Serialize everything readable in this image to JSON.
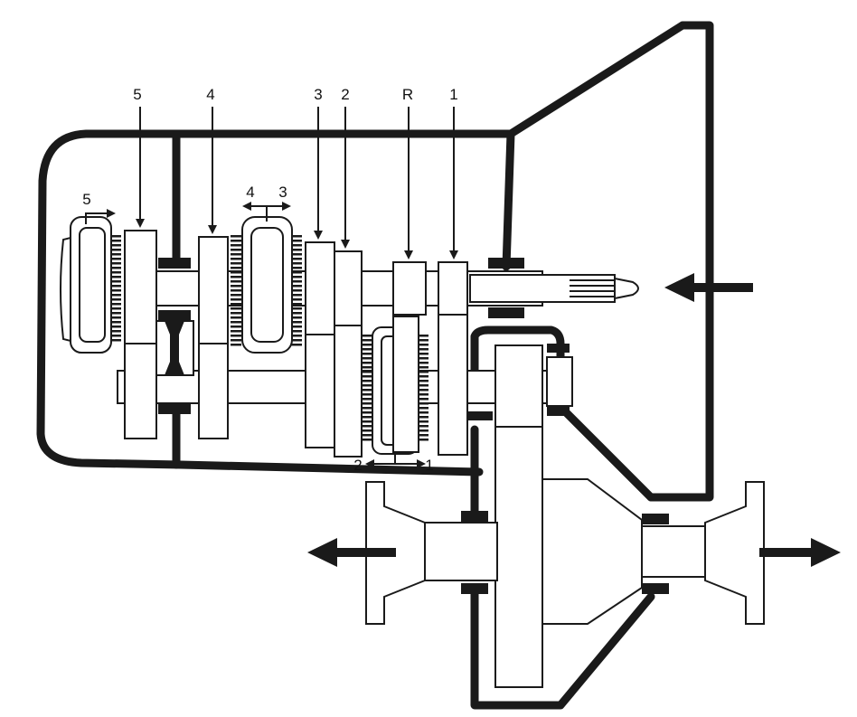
{
  "diagram": {
    "gear_labels": [
      "5",
      "4",
      "3",
      "2",
      "R",
      "1"
    ],
    "synchro_labels": {
      "fifth": "5",
      "fourth_third": [
        "4",
        "3"
      ],
      "second_first": [
        "2",
        "1"
      ]
    }
  }
}
